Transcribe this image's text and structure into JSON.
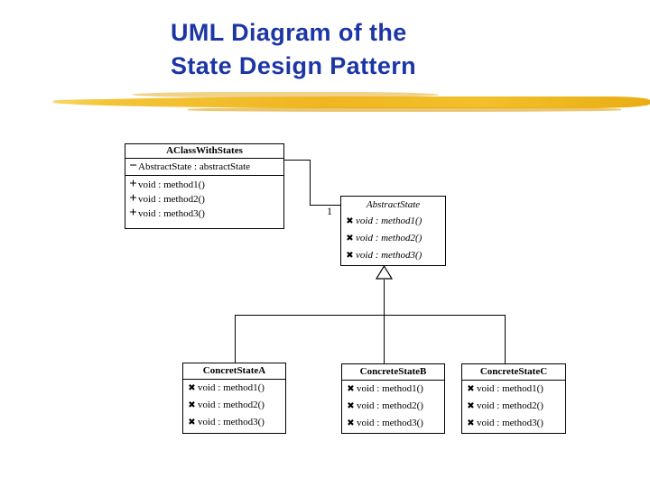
{
  "slide": {
    "title": {
      "line1": "UML Diagram of the",
      "line2": "State Design Pattern"
    },
    "colors": {
      "title_blue": "#1c36a6",
      "brush_gold": "#efb71f",
      "line_black": "#000000"
    }
  },
  "uml": {
    "context_class": {
      "name": "AClassWithStates",
      "attribute": {
        "prefix": "−",
        "text": "AbstractState : abstractState"
      },
      "methods": [
        {
          "prefix": "+",
          "text": "void : method1()"
        },
        {
          "prefix": "+",
          "text": "void : method2()"
        },
        {
          "prefix": "+",
          "text": "void : method3()"
        }
      ]
    },
    "association": {
      "multiplicity": "1"
    },
    "abstract_class": {
      "name": "AbstractState",
      "methods": [
        {
          "prefix": "✖",
          "text": "void : method1()"
        },
        {
          "prefix": "✖",
          "text": "void : method2()"
        },
        {
          "prefix": "✖",
          "text": "void : method3()"
        }
      ]
    },
    "concrete_classes": [
      {
        "name": "ConcretStateA",
        "methods": [
          {
            "prefix": "✖",
            "text": "void : method1()"
          },
          {
            "prefix": "✖",
            "text": "void : method2()"
          },
          {
            "prefix": "✖",
            "text": "void : method3()"
          }
        ]
      },
      {
        "name": "ConcreteStateB",
        "methods": [
          {
            "prefix": "✖",
            "text": "void : method1()"
          },
          {
            "prefix": "✖",
            "text": "void : method2()"
          },
          {
            "prefix": "✖",
            "text": "void : method3()"
          }
        ]
      },
      {
        "name": "ConcreteStateC",
        "methods": [
          {
            "prefix": "✖",
            "text": "void : method1()"
          },
          {
            "prefix": "✖",
            "text": "void : method2()"
          },
          {
            "prefix": "✖",
            "text": "void : method3()"
          }
        ]
      }
    ]
  }
}
